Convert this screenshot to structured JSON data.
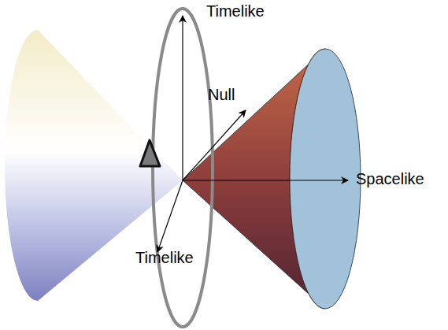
{
  "diagram": {
    "labels": [
      "Timelike",
      "Null",
      "Spacelike",
      "Timelike"
    ]
  }
}
